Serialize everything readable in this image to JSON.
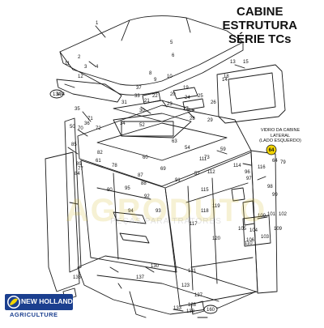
{
  "header": {
    "title_line1": "CABINE",
    "title_line2": "ESTRUTURA",
    "title_line3": "SÉRIE TCs"
  },
  "callout": {
    "line1": "VIDRO DA CABINE",
    "line2": "LATERAL",
    "line3": "(LADO ESQUERDO)",
    "ref": "64"
  },
  "watermark": {
    "brand": "AGRODUTO",
    "tagline": "PEÇAS PARA TRATORES"
  },
  "logo": {
    "brand": "NEW HOLLAND",
    "sub": "AGRICULTURE"
  },
  "ref_bubbles": {
    "left": "134",
    "bottom": "160"
  },
  "part_numbers": [
    "1",
    "2",
    "3",
    "4",
    "5",
    "6",
    "8",
    "9",
    "10",
    "11",
    "12",
    "13",
    "14",
    "15",
    "18",
    "19",
    "20",
    "21",
    "22",
    "23",
    "24",
    "25",
    "26",
    "27",
    "28",
    "29",
    "30",
    "31",
    "33",
    "34",
    "35",
    "36",
    "37",
    "50",
    "52",
    "54",
    "57",
    "59",
    "60",
    "61",
    "63",
    "64",
    "69",
    "70",
    "71",
    "72",
    "73",
    "77",
    "78",
    "79",
    "82",
    "84",
    "85",
    "87",
    "88",
    "89",
    "90",
    "91",
    "92",
    "93",
    "94",
    "95",
    "96",
    "97",
    "98",
    "99",
    "100",
    "101",
    "102",
    "103",
    "104",
    "105",
    "106",
    "109",
    "110",
    "111",
    "112",
    "114",
    "115",
    "116",
    "117",
    "118",
    "119",
    "120",
    "123",
    "127",
    "128",
    "130",
    "131",
    "133",
    "134",
    "135",
    "137",
    "138"
  ],
  "colors": {
    "line": "#1a1a1a",
    "logo_blue": "#1b3f8f",
    "highlight_yellow": "#f2d400",
    "watermark": "#d4be3c"
  }
}
